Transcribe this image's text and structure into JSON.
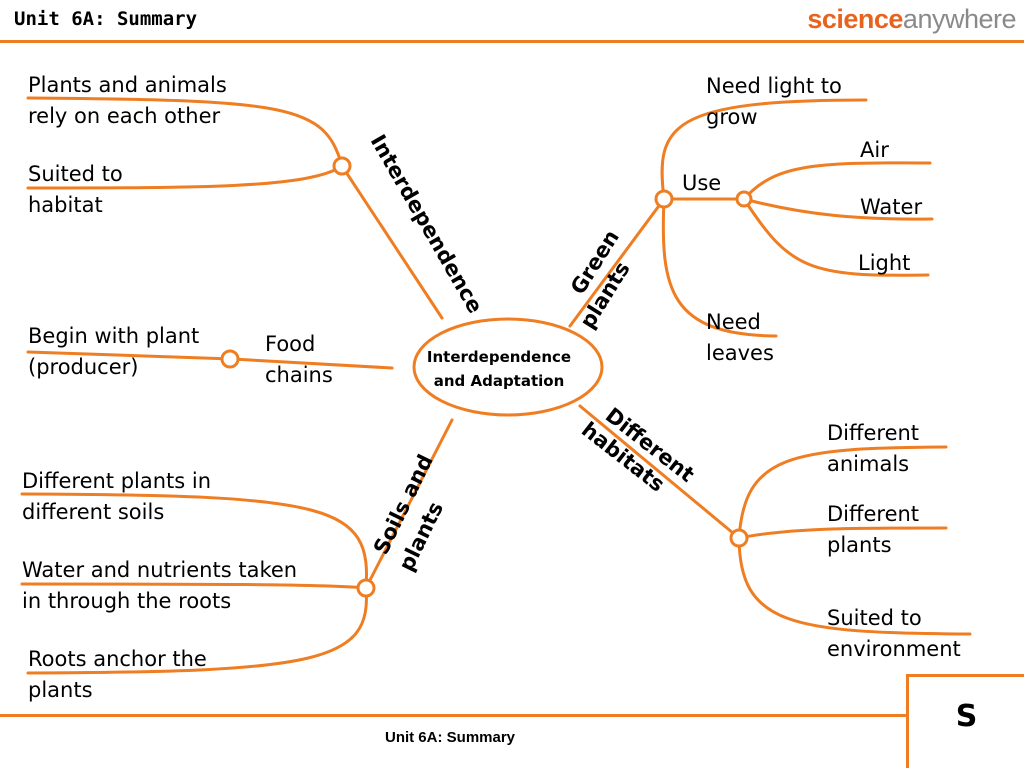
{
  "header": {
    "title": "Unit 6A: Summary",
    "brand_part1": "science",
    "brand_part2": "anywhere"
  },
  "footer": {
    "title": "Unit 6A: Summary",
    "letter": "S"
  },
  "colors": {
    "accent": "#ef7d22",
    "brand_orange": "#e8641e",
    "brand_grey": "#8a8a8a"
  },
  "map": {
    "center": {
      "line1": "Interdependence",
      "line2": "and Adaptation"
    },
    "interdependence": {
      "label": "Interdependence",
      "leaves": [
        {
          "line1": "Plants and animals",
          "line2": "rely on each other"
        },
        {
          "line1": "Suited to",
          "line2": "habitat"
        }
      ]
    },
    "food_chains": {
      "label_line1": "Food",
      "label_line2": "chains",
      "leaves": [
        {
          "line1": "Begin with plant",
          "line2": "(producer)"
        }
      ]
    },
    "soils": {
      "label_line1": "Soils and",
      "label_line2": "plants",
      "leaves": [
        {
          "line1": "Different plants in",
          "line2": "different soils"
        },
        {
          "line1": "Water and nutrients taken",
          "line2": "in through the roots"
        },
        {
          "line1": "Roots anchor the",
          "line2": "plants"
        }
      ]
    },
    "green_plants": {
      "label_line1": "Green",
      "label_line2": "plants",
      "need_light": {
        "line1": "Need light to",
        "line2": "grow"
      },
      "use_label": "Use",
      "uses": [
        "Air",
        "Water",
        "Light"
      ],
      "need_leaves": {
        "line1": "Need",
        "line2": "leaves"
      }
    },
    "habitats": {
      "label_line1": "Different",
      "label_line2": "habitats",
      "leaves": [
        {
          "line1": "Different",
          "line2": "animals"
        },
        {
          "line1": "Different",
          "line2": "plants"
        },
        {
          "line1": "Suited to",
          "line2": "environment"
        }
      ]
    }
  }
}
